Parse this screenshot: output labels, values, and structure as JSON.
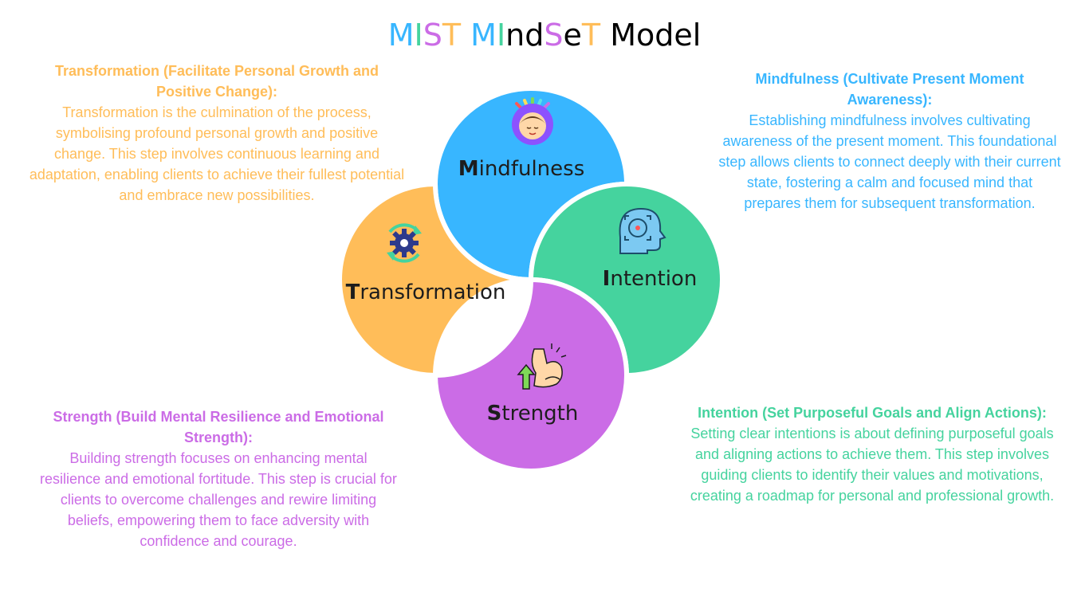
{
  "title": {
    "letters": [
      {
        "ch": "M",
        "color": "#38b6ff"
      },
      {
        "ch": "I",
        "color": "#45d39e"
      },
      {
        "ch": "S",
        "color": "#cb6ce6"
      },
      {
        "ch": "T",
        "color": "#ffbd59"
      },
      {
        "ch": " ",
        "color": "#000000"
      },
      {
        "ch": "M",
        "color": "#38b6ff"
      },
      {
        "ch": "I",
        "color": "#45d39e"
      },
      {
        "ch": "n",
        "color": "#000000"
      },
      {
        "ch": "d",
        "color": "#000000"
      },
      {
        "ch": "S",
        "color": "#cb6ce6"
      },
      {
        "ch": "e",
        "color": "#000000"
      },
      {
        "ch": "T",
        "color": "#ffbd59"
      },
      {
        "ch": " Model",
        "color": "#000000"
      }
    ]
  },
  "colors": {
    "mindfulness": "#38b6ff",
    "intention": "#45d39e",
    "strength": "#cb6ce6",
    "transformation": "#ffbd59"
  },
  "circles": {
    "mindfulness": {
      "first": "M",
      "rest": "indfulness",
      "icon": "head-with-rays-icon"
    },
    "intention": {
      "first": "I",
      "rest": "ntention",
      "icon": "head-target-icon"
    },
    "strength": {
      "first": "S",
      "rest": "trength",
      "icon": "flexed-arm-icon"
    },
    "transformation": {
      "first": "T",
      "rest": "ransformation",
      "icon": "gear-cycle-icon"
    }
  },
  "descriptions": {
    "transformation": {
      "head": "Transformation (Facilitate Personal Growth and Positive Change):",
      "body": "Transformation is the culmination of the process, symbolising profound personal growth and positive change. This step involves continuous learning and adaptation, enabling clients to achieve their fullest potential and embrace new possibilities."
    },
    "mindfulness": {
      "head": "Mindfulness (Cultivate Present Moment Awareness):",
      "body": "Establishing mindfulness involves cultivating awareness of the present moment. This foundational step allows clients to connect deeply with their current state, fostering a calm and focused mind that prepares them for subsequent transformation."
    },
    "strength": {
      "head": "Strength (Build Mental Resilience and Emotional Strength):",
      "body": "Building strength focuses on enhancing mental resilience and emotional fortitude. This step is crucial for clients to overcome challenges and rewire limiting beliefs, empowering them to face adversity with confidence and courage."
    },
    "intention": {
      "head": "Intention (Set Purposeful Goals and Align Actions):",
      "body": "Setting clear intentions is about defining purposeful goals and aligning actions to achieve them. This step involves guiding clients to identify their values and motivations, creating a roadmap for personal and professional growth."
    }
  }
}
